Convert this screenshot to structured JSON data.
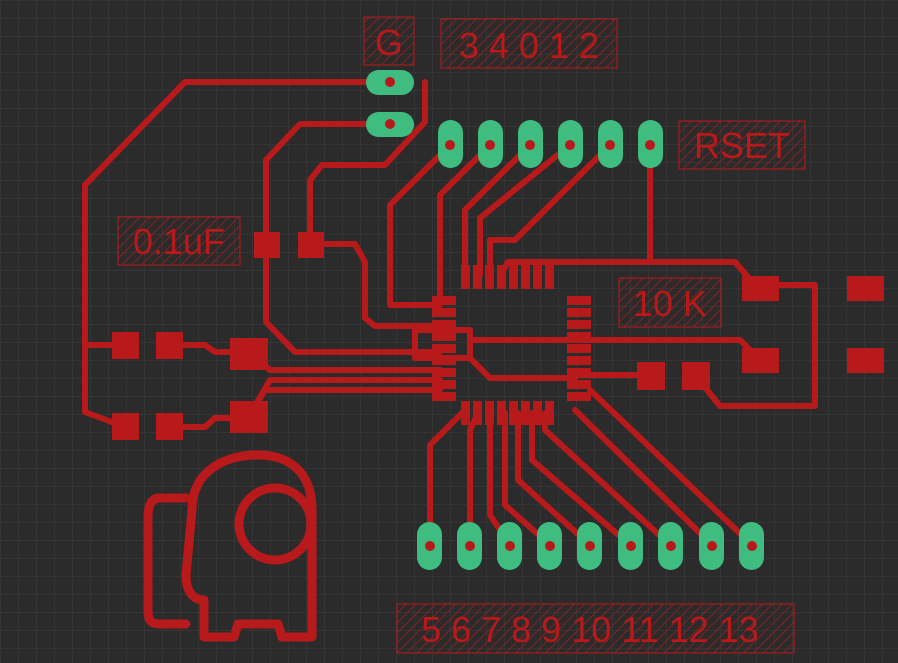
{
  "colors": {
    "background": "#2b2b2b",
    "grid": "#3c3c3c",
    "trace": "#b8191a",
    "pad": "#b8191a",
    "through_hole": "#3fbd80",
    "drill": "#b8191a",
    "label_hatch": "#b8191a"
  },
  "labels": {
    "ground": "G",
    "top_pins": "3 4 0 1 2",
    "rset": "RSET",
    "cap": "0.1uF",
    "resistor": "10 K",
    "bottom_pins": "5 6 7 8 9 10 11 12 13"
  },
  "graphics": {
    "logo_icon": "crewmate-outline-icon"
  }
}
